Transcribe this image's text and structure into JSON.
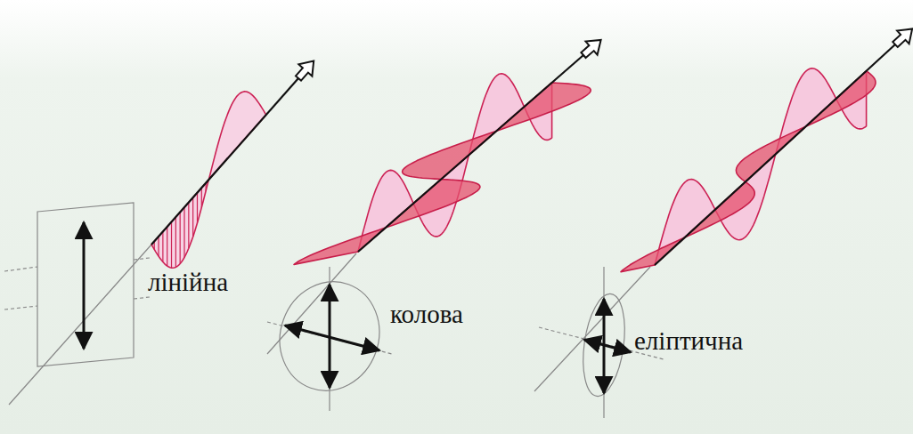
{
  "diagram": {
    "labels": [
      "лінійна",
      "колова",
      "еліптична"
    ]
  }
}
